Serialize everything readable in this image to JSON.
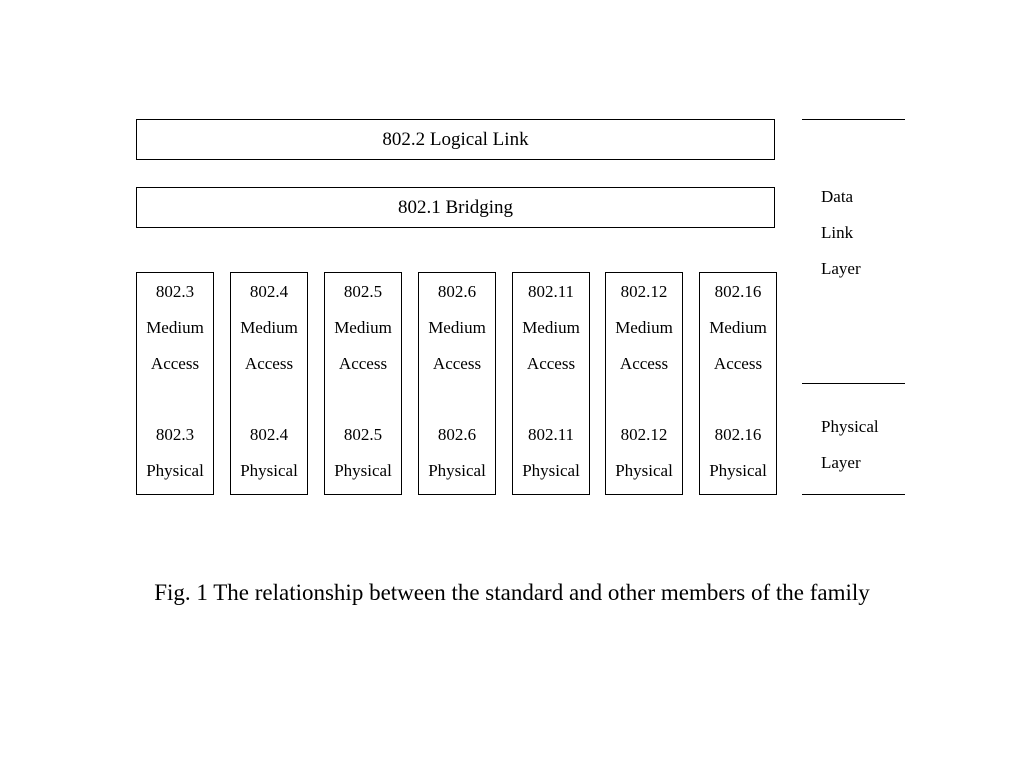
{
  "diagram": {
    "logical_link": "802.2 Logical Link",
    "bridging": "802.1 Bridging",
    "columns": [
      {
        "std": "802.3",
        "mac1": "Medium",
        "mac2": "Access",
        "phy_std": "802.3",
        "phy": "Physical"
      },
      {
        "std": "802.4",
        "mac1": "Medium",
        "mac2": "Access",
        "phy_std": "802.4",
        "phy": "Physical"
      },
      {
        "std": "802.5",
        "mac1": "Medium",
        "mac2": "Access",
        "phy_std": "802.5",
        "phy": "Physical"
      },
      {
        "std": "802.6",
        "mac1": "Medium",
        "mac2": "Access",
        "phy_std": "802.6",
        "phy": "Physical"
      },
      {
        "std": "802.11",
        "mac1": "Medium",
        "mac2": "Access",
        "phy_std": "802.11",
        "phy": "Physical"
      },
      {
        "std": "802.12",
        "mac1": "Medium",
        "mac2": "Access",
        "phy_std": "802.12",
        "phy": "Physical"
      },
      {
        "std": "802.16",
        "mac1": "Medium",
        "mac2": "Access",
        "phy_std": "802.16",
        "phy": "Physical"
      }
    ],
    "side_labels": {
      "data_link": [
        "Data",
        "Link",
        "Layer"
      ],
      "physical": [
        "Physical",
        "Layer"
      ]
    }
  },
  "caption": "Fig. 1 The relationship between the standard and other members of the family"
}
